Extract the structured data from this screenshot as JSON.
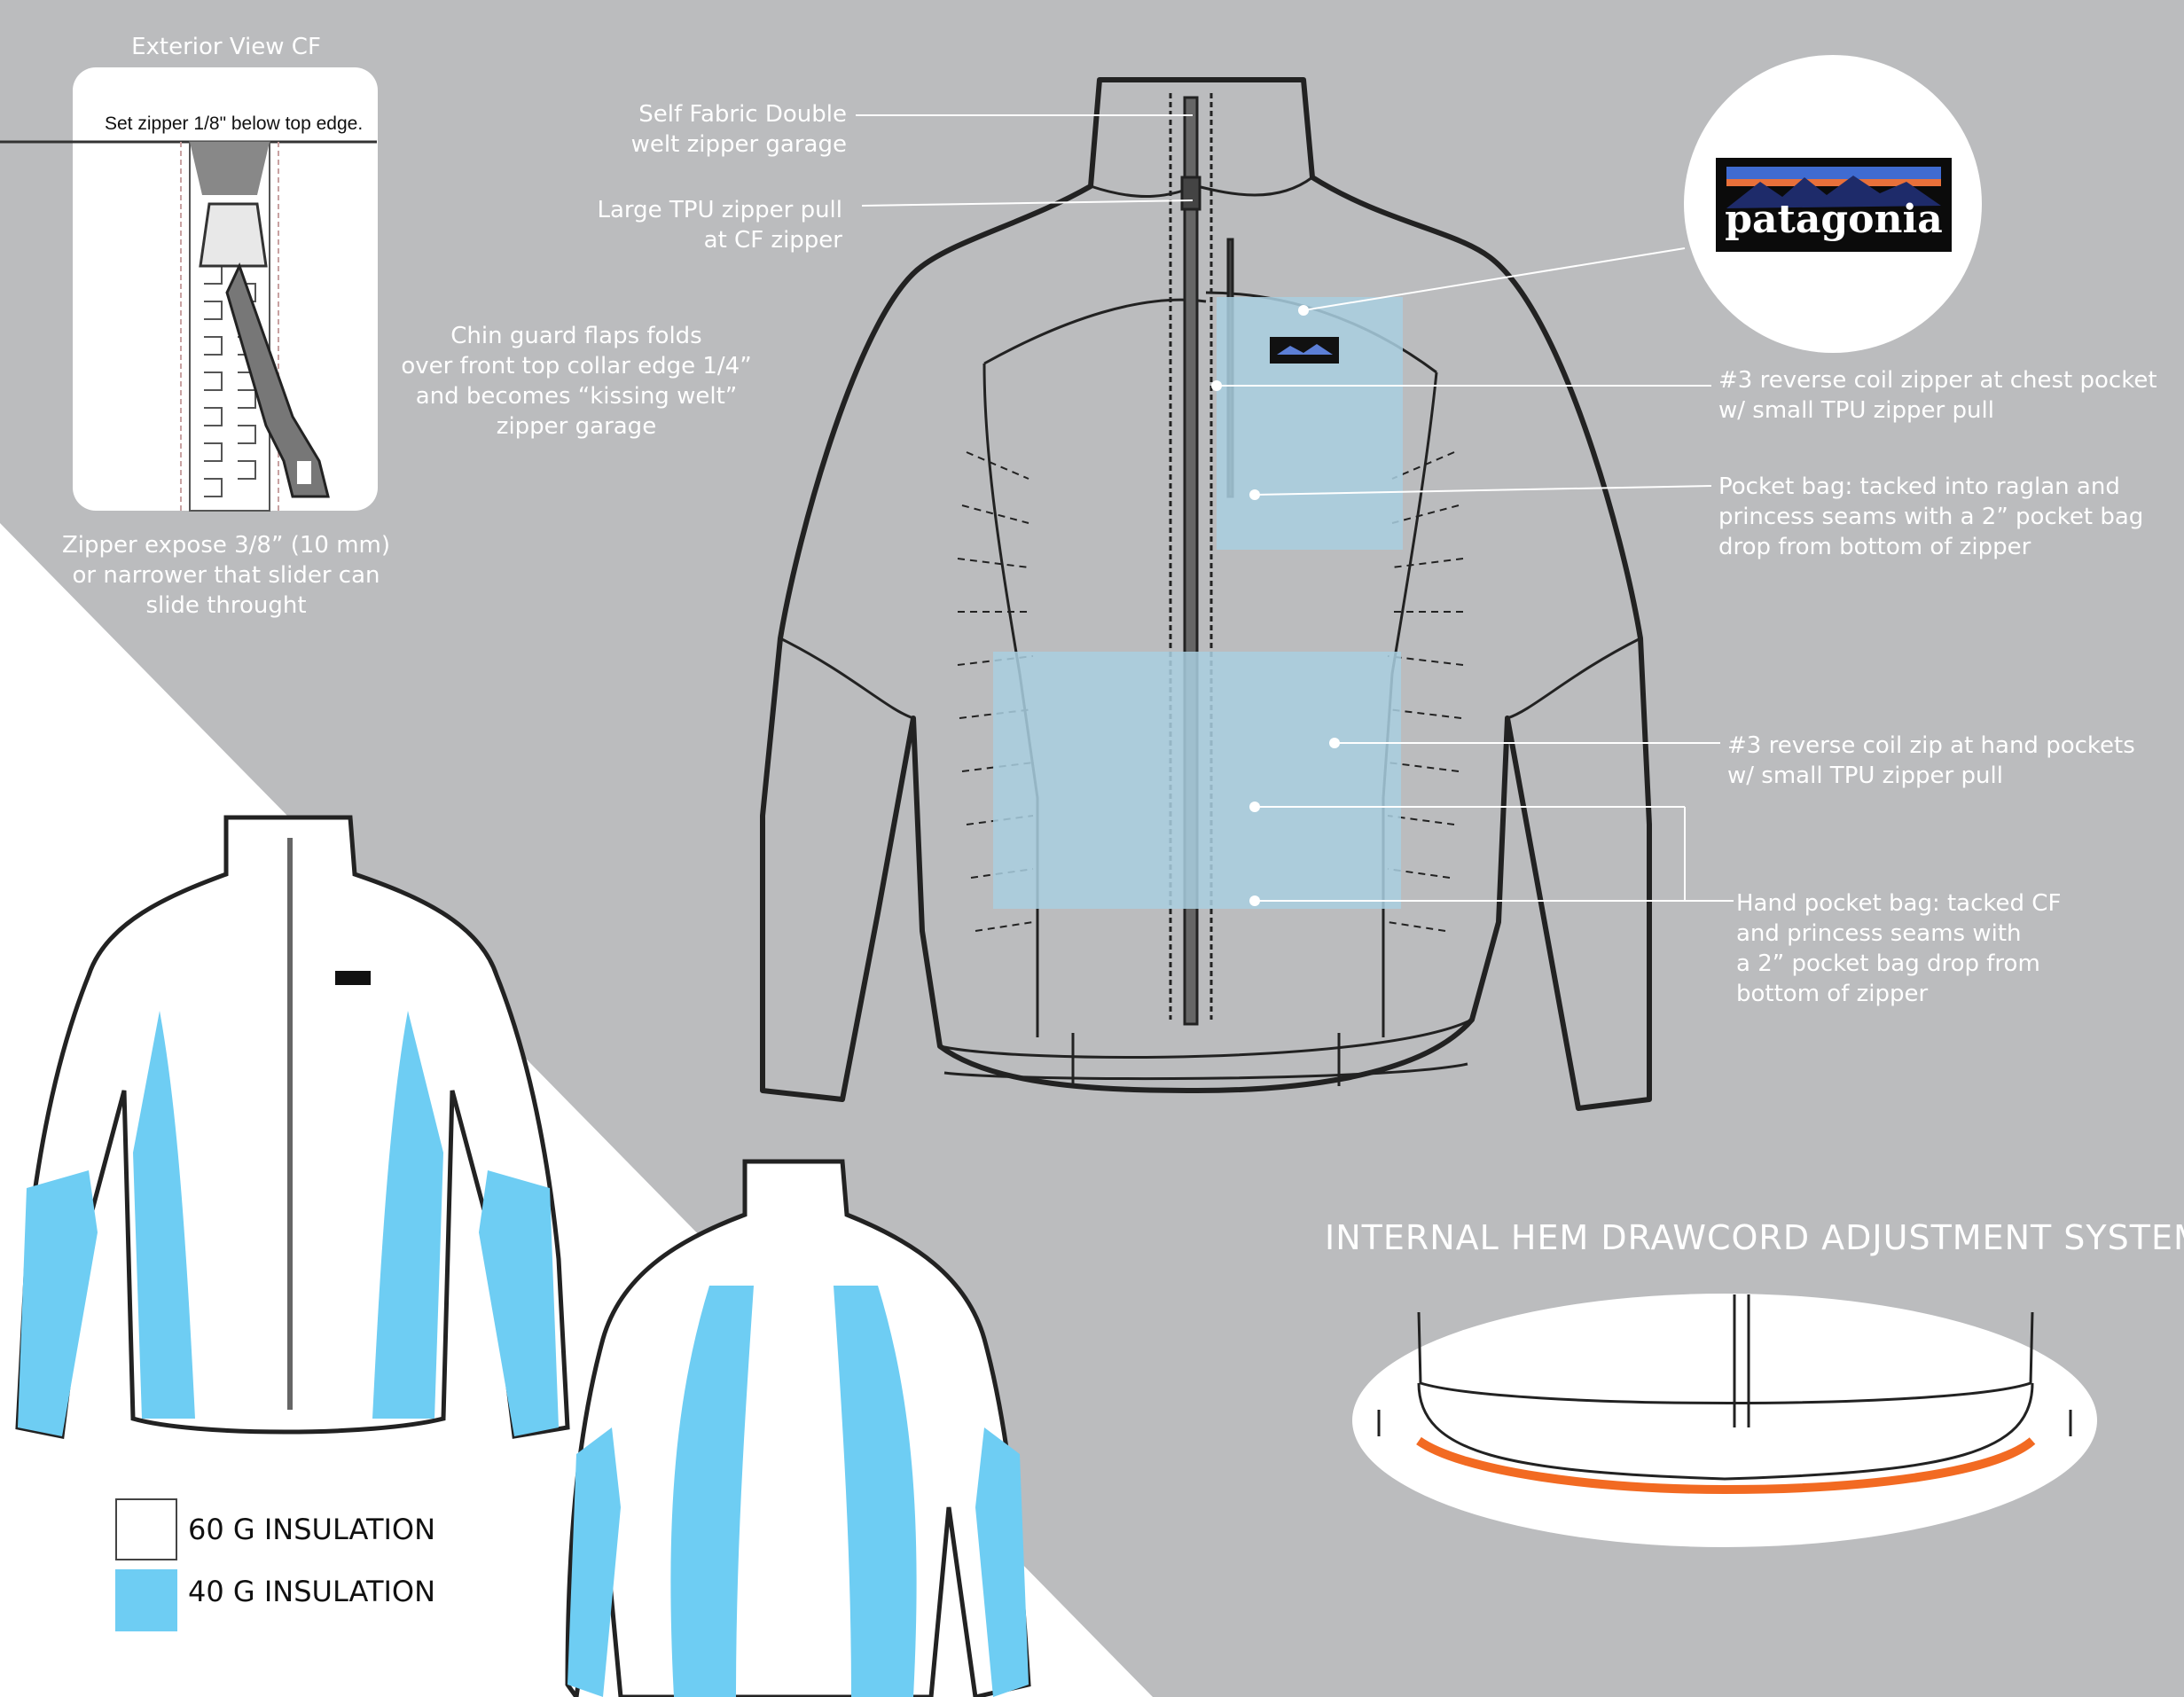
{
  "callouts": {
    "exterior_view_title": "Exterior View CF",
    "zipper_top_note": "Set zipper 1/8\" below top edge.",
    "zipper_expose": "Zipper expose 3/8” (10 mm)\nor narrower that slider can\nslide throught",
    "self_fabric": "Self Fabric Double\nwelt zipper garage",
    "tpu_pull": "Large TPU zipper pull\nat CF zipper",
    "chin_guard": "Chin guard flaps folds\nover front top collar edge 1/4”\nand becomes “kissing welt”\nzipper garage",
    "chest_zip": "#3 reverse coil zipper at chest pocket\nw/ small TPU zipper pull",
    "pocket_bag": "Pocket bag: tacked into raglan and\nprincess seams with a 2” pocket bag\ndrop from bottom of zipper",
    "hand_zip": "#3 reverse coil zip at hand pockets\nw/ small TPU zipper pull",
    "hand_pocket_bag": "Hand pocket bag: tacked CF\nand princess seams with\na 2” pocket bag drop from\nbottom of zipper",
    "hem_title": "INTERNAL HEM DRAWCORD ADJUSTMENT SYSTEM:"
  },
  "logo": {
    "brand_text": "patagonia"
  },
  "legend": [
    {
      "label": "60 G INSULATION",
      "color": "#ffffff"
    },
    {
      "label": "40 G INSULATION",
      "color": "#6ecdf3"
    }
  ],
  "colors": {
    "background": "#bbbcbe",
    "insulation_60g": "#ffffff",
    "insulation_40g": "#6ecdf3",
    "pocket_bag_highlight": "#a9cfe1",
    "drawcord": "#f26a22",
    "outline": "#222222"
  }
}
